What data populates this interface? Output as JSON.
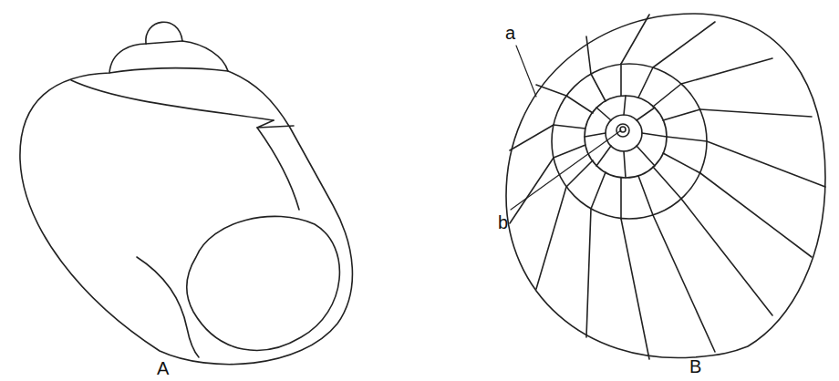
{
  "diagram": {
    "labels": [
      "a",
      "b",
      "A",
      "B"
    ]
  }
}
